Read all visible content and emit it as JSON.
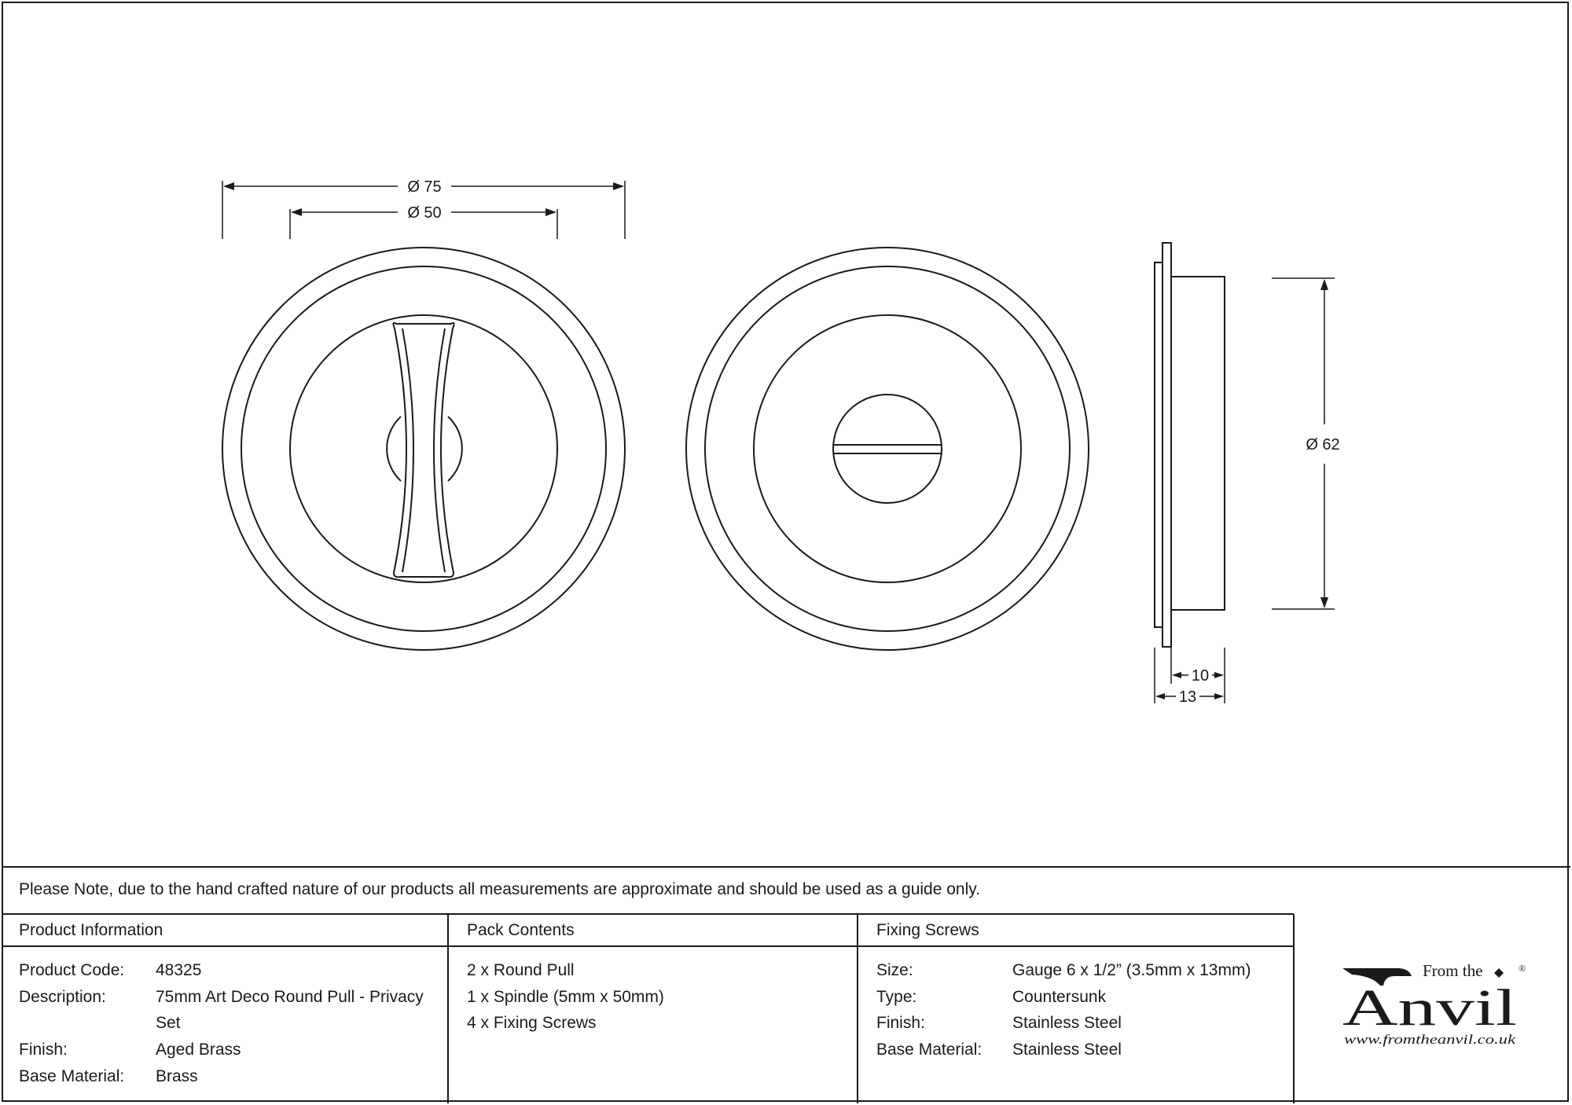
{
  "drawing": {
    "dimensions": {
      "outer_diameter": "Ø 75",
      "inner_diameter": "Ø 50",
      "side_diameter": "Ø 62",
      "depth_body": "10",
      "depth_total": "13"
    }
  },
  "note": "Please Note, due to the hand crafted nature of our products all measurements are approximate and should be used as a guide only.",
  "product_info": {
    "title": "Product Information",
    "rows": [
      {
        "label": "Product Code:",
        "value": "48325"
      },
      {
        "label": "Description:",
        "value": "75mm Art Deco Round Pull - Privacy"
      },
      {
        "label": "",
        "value": "Set"
      },
      {
        "label": "Finish:",
        "value": "Aged Brass"
      },
      {
        "label": "Base Material:",
        "value": "Brass"
      }
    ]
  },
  "pack_contents": {
    "title": "Pack Contents",
    "items": [
      "2 x Round Pull",
      "1 x Spindle (5mm x 50mm)",
      "4 x Fixing Screws"
    ]
  },
  "fixing_screws": {
    "title": "Fixing Screws",
    "rows": [
      {
        "label": "Size:",
        "value": "Gauge 6 x 1/2” (3.5mm x 13mm)"
      },
      {
        "label": "Type:",
        "value": "Countersunk"
      },
      {
        "label": "Finish:",
        "value": "Stainless Steel"
      },
      {
        "label": "Base Material:",
        "value": "Stainless Steel"
      }
    ]
  },
  "logo": {
    "tagline": "From the",
    "name": "Anvil",
    "registered": "®",
    "url": "www.fromtheanvil.co.uk"
  }
}
